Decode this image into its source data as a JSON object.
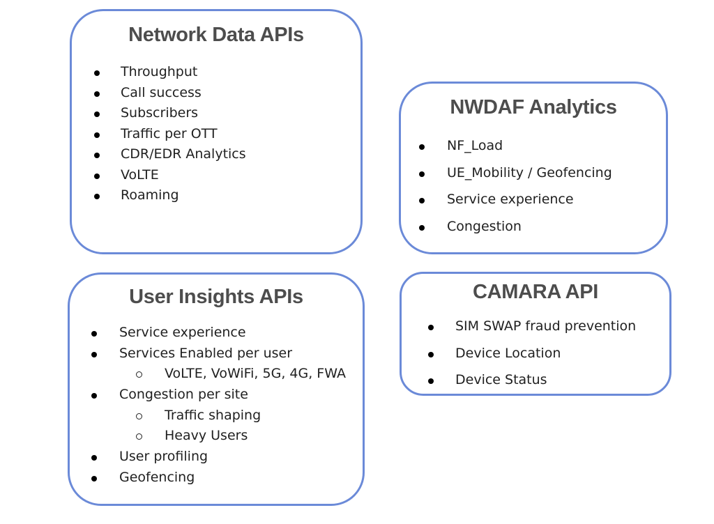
{
  "network": {
    "title": "Network Data APIs",
    "items": [
      "Throughput",
      "Call success",
      "Subscribers",
      "Traffic per OTT",
      "CDR/EDR Analytics",
      "VoLTE",
      "Roaming"
    ]
  },
  "nwdaf": {
    "title": "NWDAF Analytics",
    "items": [
      "NF_Load",
      "UE_Mobility / Geofencing",
      "Service experience",
      "Congestion"
    ]
  },
  "user": {
    "title": "User Insights APIs",
    "items": [
      {
        "text": "Service experience",
        "level": 1
      },
      {
        "text": "Services Enabled per user",
        "level": 1
      },
      {
        "text": "VoLTE, VoWiFi, 5G, 4G, FWA",
        "level": 2
      },
      {
        "text": "Congestion per site",
        "level": 1
      },
      {
        "text": "Traffic shaping",
        "level": 2
      },
      {
        "text": "Heavy Users",
        "level": 2
      },
      {
        "text": "User profiling",
        "level": 1
      },
      {
        "text": "Geofencing",
        "level": 1
      }
    ]
  },
  "camara": {
    "title": "CAMARA API",
    "items": [
      "SIM SWAP fraud prevention",
      "Device Location",
      "Device Status"
    ]
  },
  "colors": {
    "border": "#6b8ad8",
    "title": "#4d4d4d",
    "text": "#1f1f1f"
  }
}
